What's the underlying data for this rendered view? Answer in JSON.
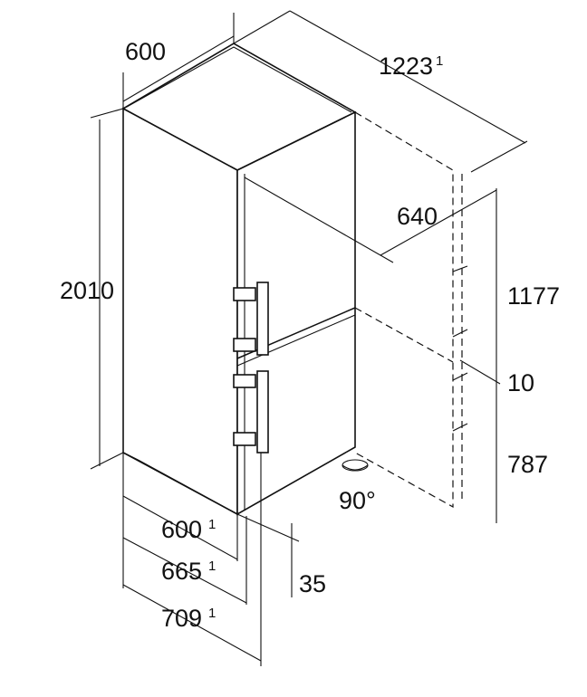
{
  "dimensions": {
    "top_width": {
      "value": "600"
    },
    "total_depth_open": {
      "value": "1223",
      "note": "1"
    },
    "door_open_depth": {
      "value": "640"
    },
    "height": {
      "value": "2010"
    },
    "fridge_height": {
      "value": "1177"
    },
    "gap": {
      "value": "10"
    },
    "freezer_height": {
      "value": "787"
    },
    "door_angle": {
      "value": "90°"
    },
    "depth_body": {
      "value": "600",
      "note": "1"
    },
    "depth_with_door": {
      "value": "665",
      "note": "1"
    },
    "depth_with_handle": {
      "value": "709",
      "note": "1"
    },
    "plinth_offset": {
      "value": "35"
    }
  }
}
